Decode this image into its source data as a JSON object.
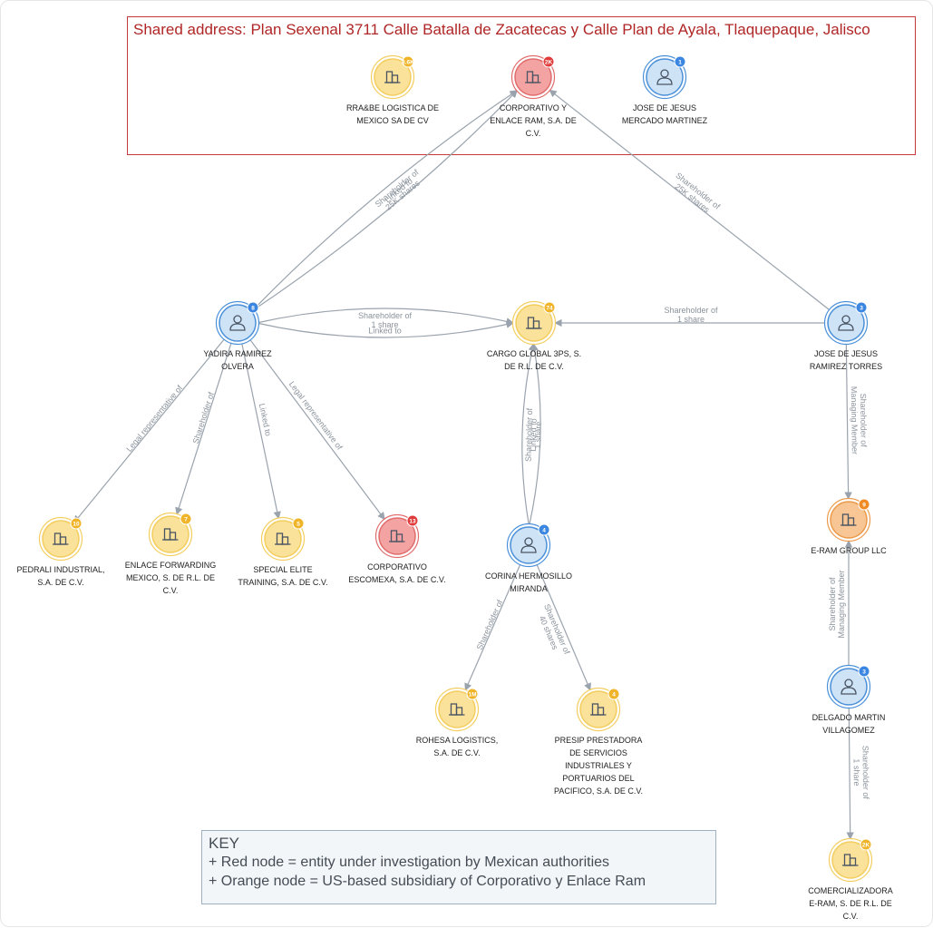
{
  "shared_address": "Shared address: Plan Sexenal 3711 Calle Batalla de Zacatecas y Calle Plan de Ayala, Tlaquepaque, Jalisco",
  "key": {
    "title": "KEY",
    "lines": [
      "+ Red node = entity under investigation by Mexican authorities",
      "+ Orange node = US-based subsidiary of Corporativo y Enlace Ram"
    ]
  },
  "colors": {
    "yellow_fill": "#fbe29a",
    "yellow_ring": "#f3cd5e",
    "red_fill": "#f4a3a3",
    "red_ring": "#e06c6c",
    "blue_fill": "#cfe3f7",
    "blue_ring": "#4a90d9",
    "orange_fill": "#f7c694",
    "orange_ring": "#ec9a4a",
    "badge_yellow": "#f0b429",
    "badge_red": "#e03c3c",
    "badge_blue": "#3b86e0",
    "badge_orange": "#f08a24",
    "edge": "#9aa3ad",
    "address_border": "#c83a3a"
  },
  "nodes": [
    {
      "id": "rrabe",
      "type": "company",
      "color": "yellow",
      "icon": "building-icon",
      "badge": "3.6K",
      "label": [
        "RRA&BE LOGISTICA DE",
        "MEXICO SA DE CV"
      ]
    },
    {
      "id": "corp_enlace",
      "type": "company",
      "color": "red",
      "icon": "building-icon",
      "badge": "2K",
      "label": [
        "CORPORATIVO Y",
        "ENLACE RAM, S.A. DE",
        "C.V."
      ]
    },
    {
      "id": "jose_mercado",
      "type": "person",
      "color": "blue",
      "icon": "person-icon",
      "badge": "1",
      "label": [
        "JOSE DE JESUS",
        "MERCADO MARTINEZ"
      ]
    },
    {
      "id": "yadira",
      "type": "person",
      "color": "blue",
      "icon": "person-icon",
      "badge": "8",
      "label": [
        "YADIRA RAMIREZ",
        "OLVERA"
      ]
    },
    {
      "id": "cargo",
      "type": "company",
      "color": "yellow",
      "icon": "building-icon",
      "badge": "74",
      "label": [
        "CARGO GLOBAL 3PS, S.",
        "DE R.L. DE C.V."
      ]
    },
    {
      "id": "jose_ramirez",
      "type": "person",
      "color": "blue",
      "icon": "person-icon",
      "badge": "3",
      "label": [
        "JOSE DE JESUS",
        "RAMIREZ TORRES"
      ]
    },
    {
      "id": "pedrali",
      "type": "company",
      "color": "yellow",
      "icon": "building-icon",
      "badge": "10",
      "label": [
        "PEDRALI INDUSTRIAL,",
        "S.A. DE C.V."
      ]
    },
    {
      "id": "enlace_fwd",
      "type": "company",
      "color": "yellow",
      "icon": "building-icon",
      "badge": "7",
      "label": [
        "ENLACE FORWARDING",
        "MEXICO, S. DE R.L. DE",
        "C.V."
      ]
    },
    {
      "id": "special",
      "type": "company",
      "color": "yellow",
      "icon": "building-icon",
      "badge": "5",
      "label": [
        "SPECIAL ELITE",
        "TRAINING, S.A. DE C.V."
      ]
    },
    {
      "id": "escomexa",
      "type": "company",
      "color": "red",
      "icon": "building-icon",
      "badge": "13",
      "label": [
        "CORPORATIVO",
        "ESCOMEXA, S.A. DE C.V."
      ]
    },
    {
      "id": "corina",
      "type": "person",
      "color": "blue",
      "icon": "person-icon",
      "badge": "4",
      "label": [
        "CORINA HERMOSILLO",
        "MIRANDA"
      ]
    },
    {
      "id": "eram",
      "type": "company",
      "color": "orange",
      "icon": "building-icon",
      "badge": "9",
      "label": [
        "E-RAM GROUP LLC"
      ]
    },
    {
      "id": "delgado",
      "type": "person",
      "color": "blue",
      "icon": "person-icon",
      "badge": "3",
      "label": [
        "DELGADO MARTIN",
        "VILLAGOMEZ"
      ]
    },
    {
      "id": "rohesa",
      "type": "company",
      "color": "yellow",
      "icon": "building-icon",
      "badge": "1M",
      "label": [
        "ROHESA LOGISTICS,",
        "S.A. DE C.V."
      ]
    },
    {
      "id": "presip",
      "type": "company",
      "color": "yellow",
      "icon": "building-icon",
      "badge": "4",
      "label": [
        "PRESIP PRESTADORA",
        "DE SERVICIOS",
        "INDUSTRIALES Y",
        "PORTUARIOS DEL",
        "PACIFICO, S.A. DE C.V."
      ]
    },
    {
      "id": "comercializadora",
      "type": "company",
      "color": "yellow",
      "icon": "building-icon",
      "badge": "2K",
      "label": [
        "COMERCIALIZADORA",
        "E-RAM, S. DE R.L. DE",
        "C.V."
      ]
    }
  ],
  "edges": [
    {
      "from": "yadira",
      "to": "corp_enlace",
      "labels": [
        "Linked to"
      ]
    },
    {
      "from": "yadira",
      "to": "corp_enlace",
      "labels": [
        "Shareholder of",
        "25K shares"
      ]
    },
    {
      "from": "jose_ramirez",
      "to": "corp_enlace",
      "labels": [
        "Shareholder of",
        "25K shares"
      ]
    },
    {
      "from": "yadira",
      "to": "cargo",
      "labels": [
        "Linked to"
      ]
    },
    {
      "from": "yadira",
      "to": "cargo",
      "labels": [
        "Shareholder of",
        "1 share"
      ]
    },
    {
      "from": "jose_ramirez",
      "to": "cargo",
      "labels": [
        "Shareholder of",
        "1 share"
      ]
    },
    {
      "from": "yadira",
      "to": "pedrali",
      "labels": [
        "Legal representative of"
      ]
    },
    {
      "from": "yadira",
      "to": "enlace_fwd",
      "labels": [
        "Shareholder of"
      ]
    },
    {
      "from": "yadira",
      "to": "special",
      "labels": [
        "Linked to"
      ]
    },
    {
      "from": "yadira",
      "to": "escomexa",
      "labels": [
        "Legal representative of"
      ]
    },
    {
      "from": "corina",
      "to": "cargo",
      "labels": [
        "Linked to"
      ]
    },
    {
      "from": "corina",
      "to": "cargo",
      "labels": [
        "Shareholder of",
        "1 share"
      ]
    },
    {
      "from": "corina",
      "to": "rohesa",
      "labels": [
        "Shareholder of"
      ]
    },
    {
      "from": "corina",
      "to": "presip",
      "labels": [
        "Shareholder of",
        "40 shares"
      ]
    },
    {
      "from": "jose_ramirez",
      "to": "eram",
      "labels": [
        "Shareholder of",
        "Managing Member"
      ]
    },
    {
      "from": "delgado",
      "to": "eram",
      "labels": [
        "Shareholder of",
        "Managing Member"
      ]
    },
    {
      "from": "delgado",
      "to": "comercializadora",
      "labels": [
        "Shareholder of",
        "1 share"
      ]
    }
  ]
}
